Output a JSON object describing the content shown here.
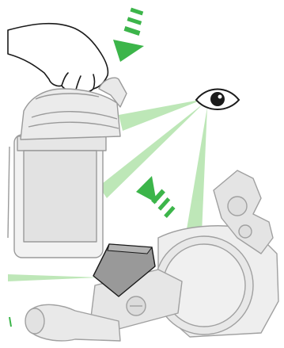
{
  "diagram": {
    "colors": {
      "background": "#ffffff",
      "arrow": "#3cb54a",
      "sightline": "#a8dfa0",
      "line": "#1a1a1a",
      "part_fill": "#e9e9e9",
      "part_stroke": "#9a9a9a",
      "filter_fill": "#999999"
    },
    "icons": [
      "hand-icon",
      "eye-icon",
      "down-arrow-icon",
      "up-arrow-icon"
    ],
    "steps": [
      {
        "id": "remove-bin",
        "direction": "down"
      },
      {
        "id": "reinsert-bin",
        "direction": "up"
      }
    ]
  }
}
